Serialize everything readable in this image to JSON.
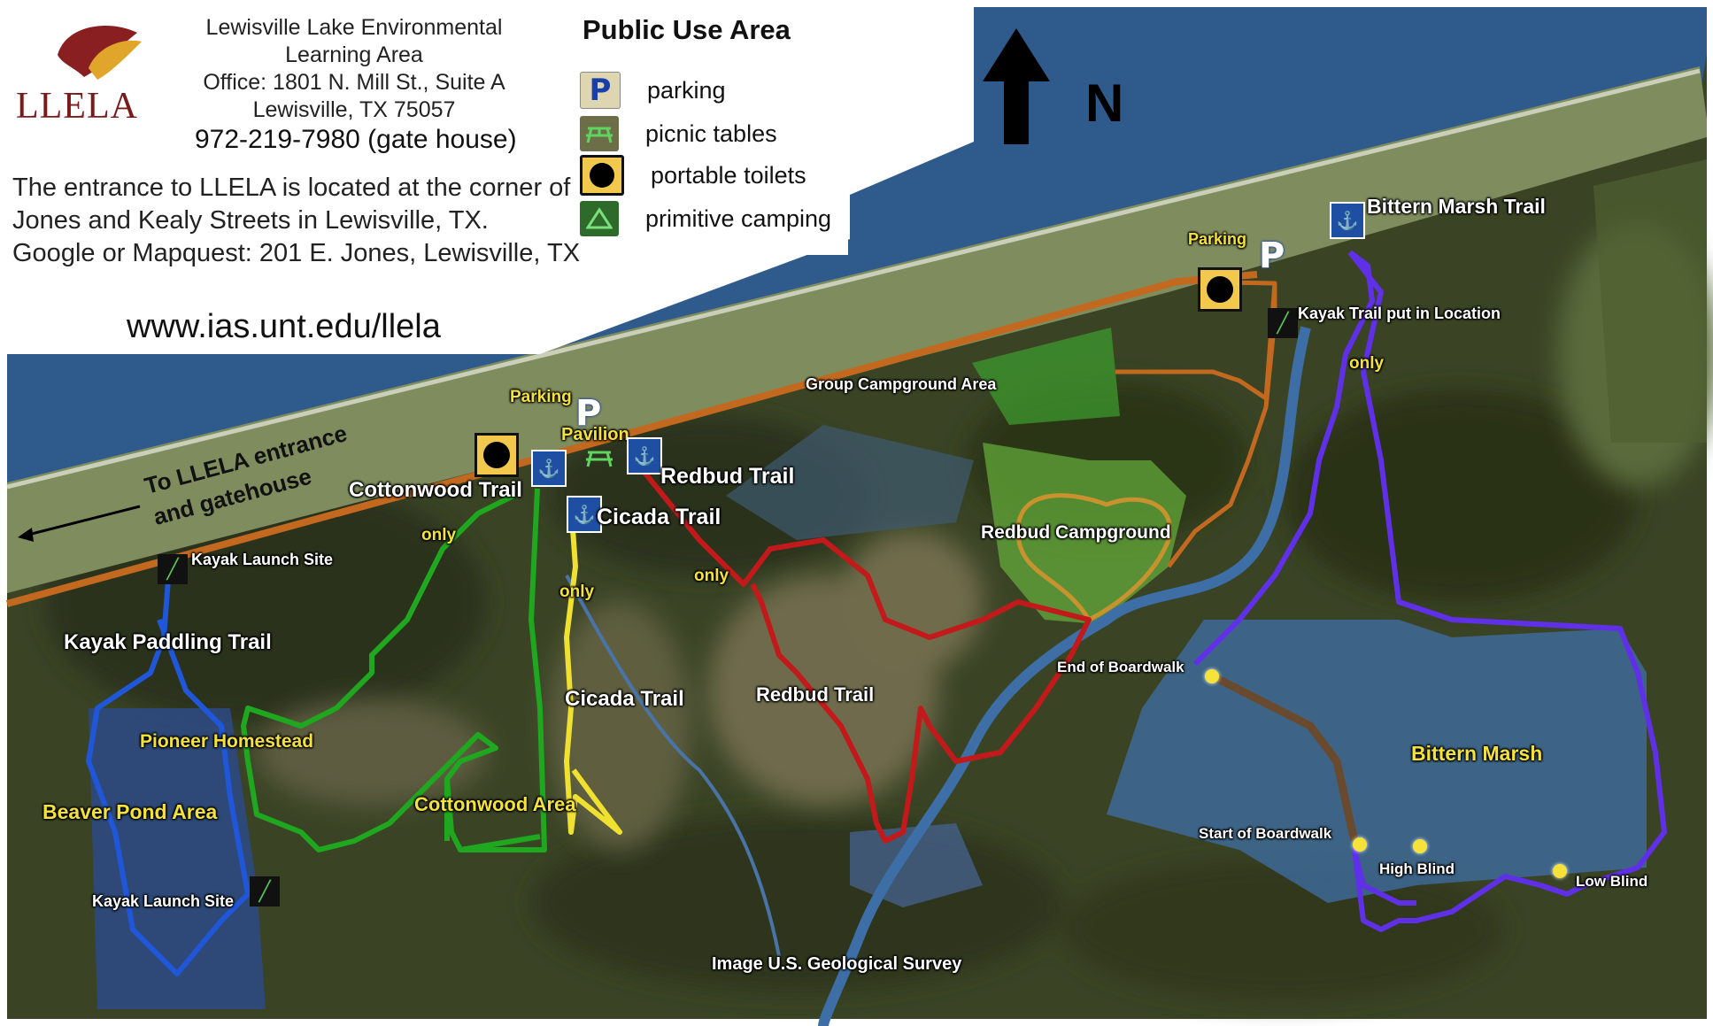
{
  "header": {
    "org_line1": "Lewisville Lake Environmental",
    "org_line2": "Learning Area",
    "office_line": "Office: 1801 N. Mill St., Suite A",
    "city_line": "Lewisville, TX 75057",
    "phone": "972-219-7980 (gate house)",
    "entrance_line1": "The entrance to LLELA is located at the corner of",
    "entrance_line2": "Jones and Kealy Streets in Lewisville, TX.",
    "entrance_line3": "Google or Mapquest: 201 E. Jones, Lewisville, TX",
    "website": "www.ias.unt.edu/llela",
    "logo_text": "LLELA"
  },
  "legend": {
    "title": "Public Use Area",
    "items": [
      {
        "symbol": "parking-icon",
        "label": "parking"
      },
      {
        "symbol": "picnic-table-icon",
        "label": "picnic tables"
      },
      {
        "symbol": "portable-toilet-icon",
        "label": "portable toilets"
      },
      {
        "symbol": "primitive-camping-icon",
        "label": "primitive camping"
      }
    ]
  },
  "north_label": "N",
  "map_labels": {
    "to_entrance_1": "To LLELA entrance",
    "to_entrance_2": "and gatehouse",
    "cottonwood_trail": "Cottonwood Trail",
    "parking_left": "Parking",
    "pavilion": "Pavilion",
    "redbud_trail_top": "Redbud Trail",
    "cicada_trail_top": "Cicada Trail",
    "only_1": "only",
    "only_2": "only",
    "only_3": "only",
    "only_4": "only",
    "kayak_launch_top": "Kayak Launch Site",
    "kayak_paddling_trail": "Kayak Paddling Trail",
    "pioneer_homestead": "Pioneer Homestead",
    "beaver_pond_area": "Beaver Pond Area",
    "kayak_launch_bottom": "Kayak Launch Site",
    "cottonwood_area": "Cottonwood Area",
    "cicada_trail_mid": "Cicada Trail",
    "redbud_trail_mid": "Redbud Trail",
    "group_campground": "Group Campground Area",
    "redbud_campground": "Redbud Campground",
    "parking_right": "Parking",
    "bittern_marsh_trail": "Bittern Marsh Trail",
    "kayak_put_in": "Kayak Trail  put in Location",
    "end_of_boardwalk": "End of Boardwalk",
    "bittern_marsh": "Bittern Marsh",
    "start_of_boardwalk": "Start of Boardwalk",
    "high_blind": "High Blind",
    "low_blind": "Low Blind",
    "image_credit": "Image U.S. Geological Survey"
  },
  "colors": {
    "lake": "#2e5a8c",
    "dam": "#7f8d5e",
    "road": "#c2691f",
    "forest": "#33401f",
    "meadow": "#6a6a48",
    "trail_green": "#1fa81f",
    "trail_yellow": "#f0e030",
    "trail_red": "#c21a1a",
    "trail_blue": "#1f57d8",
    "trail_purple": "#6030e8",
    "river": "#3d6ea6",
    "boardwalk": "#6a4a2e"
  }
}
